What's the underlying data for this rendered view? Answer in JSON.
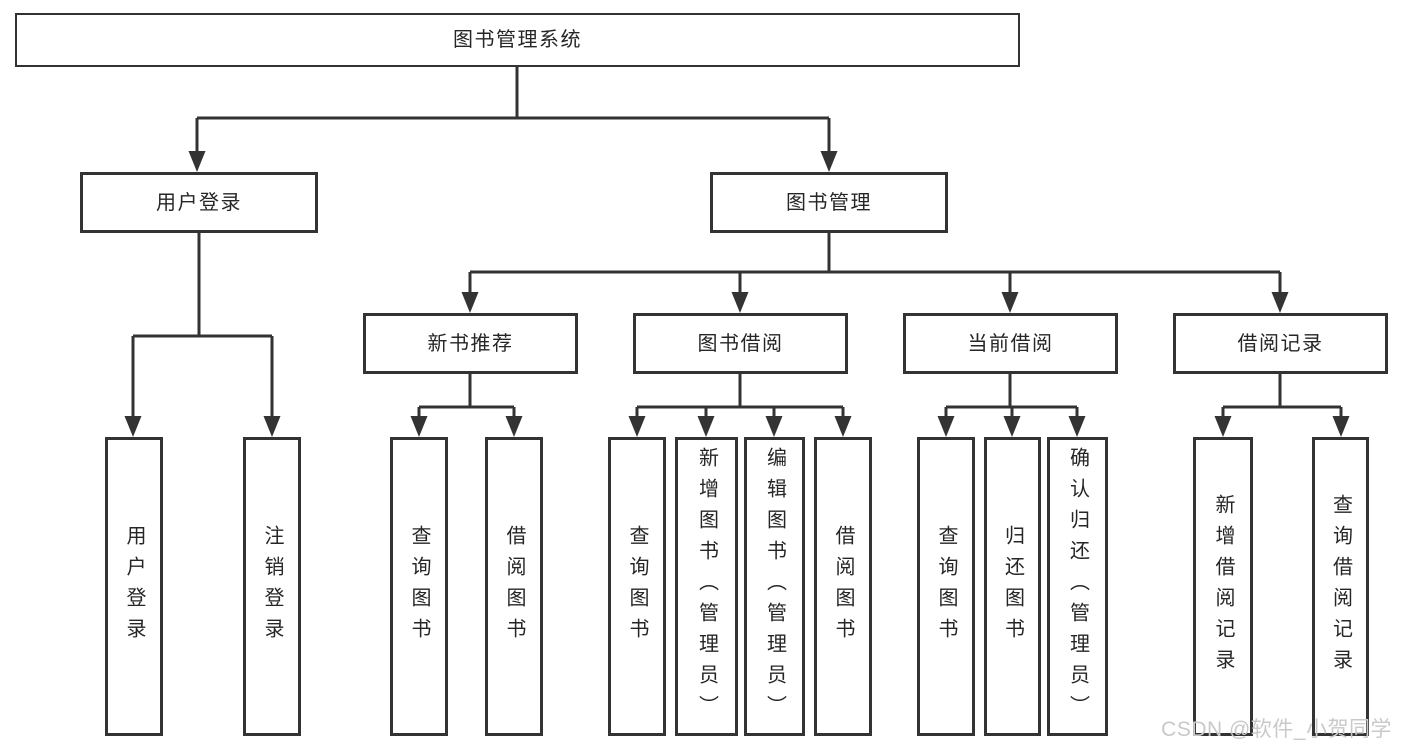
{
  "diagram_type": "hierarchy-tree",
  "tree": {
    "label": "图书管理系统",
    "children": [
      {
        "label": "用户登录",
        "children": [
          {
            "label": "用户登录"
          },
          {
            "label": "注销登录"
          }
        ]
      },
      {
        "label": "图书管理",
        "children": [
          {
            "label": "新书推荐",
            "children": [
              {
                "label": "查询图书"
              },
              {
                "label": "借阅图书"
              }
            ]
          },
          {
            "label": "图书借阅",
            "children": [
              {
                "label": "查询图书"
              },
              {
                "label": "新增图书（管理员）"
              },
              {
                "label": "编辑图书（管理员）"
              },
              {
                "label": "借阅图书"
              }
            ]
          },
          {
            "label": "当前借阅",
            "children": [
              {
                "label": "查询图书"
              },
              {
                "label": "归还图书"
              },
              {
                "label": "确认归还（管理员）"
              }
            ]
          },
          {
            "label": "借阅记录",
            "children": [
              {
                "label": "新增借阅记录"
              },
              {
                "label": "查询借阅记录"
              }
            ]
          }
        ]
      }
    ]
  },
  "watermark": {
    "text": "CSDN @软件_小贺同学"
  },
  "colors": {
    "line": "#333333",
    "box_border": "#333333",
    "box_fill": "#ffffff",
    "text": "#262626",
    "background": "#ffffff",
    "watermark": "#c9c9c9"
  }
}
